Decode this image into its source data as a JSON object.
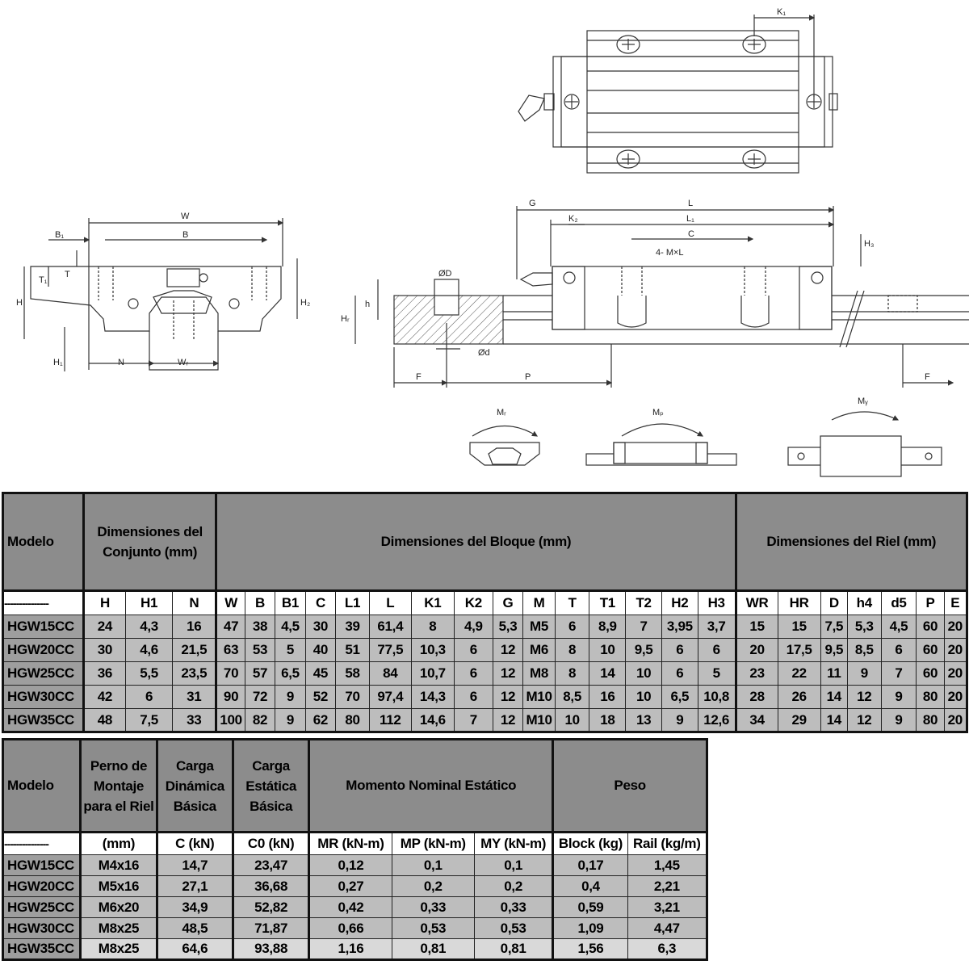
{
  "drawing_labels": {
    "K1": "K₁",
    "W": "W",
    "B": "B",
    "B1": "B₁",
    "T": "T",
    "T1": "T₁",
    "H": "H",
    "H2": "H₂",
    "H1": "H₁",
    "N": "N",
    "WR": "Wᵣ",
    "G": "G",
    "L": "L",
    "L1": "L₁",
    "K2": "K₂",
    "C": "C",
    "MxL": "4- M×L",
    "H3": "H₃",
    "D": "ØD",
    "d": "Ød",
    "h": "h",
    "HR": "Hᵣ",
    "F1": "F",
    "P": "P",
    "F2": "F",
    "MR": "Mᵣ",
    "MP": "Mₚ",
    "MY": "Mᵧ"
  },
  "table1": {
    "h_model": "Modelo",
    "h_conjunto": "Dimensiones del Conjunto (mm)",
    "h_bloque": "Dimensiones del Bloque (mm)",
    "h_riel": "Dimensiones del Riel (mm)",
    "dash": "---------------",
    "cols": [
      "H",
      "H1",
      "N",
      "W",
      "B",
      "B1",
      "C",
      "L1",
      "L",
      "K1",
      "K2",
      "G",
      "M",
      "T",
      "T1",
      "T2",
      "H2",
      "H3",
      "WR",
      "HR",
      "D",
      "h4",
      "d5",
      "P",
      "E"
    ],
    "rows": [
      {
        "model": "HGW15CC",
        "v": [
          "24",
          "4,3",
          "16",
          "47",
          "38",
          "4,5",
          "30",
          "39",
          "61,4",
          "8",
          "4,9",
          "5,3",
          "M5",
          "6",
          "8,9",
          "7",
          "3,95",
          "3,7",
          "15",
          "15",
          "7,5",
          "5,3",
          "4,5",
          "60",
          "20"
        ]
      },
      {
        "model": "HGW20CC",
        "v": [
          "30",
          "4,6",
          "21,5",
          "63",
          "53",
          "5",
          "40",
          "51",
          "77,5",
          "10,3",
          "6",
          "12",
          "M6",
          "8",
          "10",
          "9,5",
          "6",
          "6",
          "20",
          "17,5",
          "9,5",
          "8,5",
          "6",
          "60",
          "20"
        ]
      },
      {
        "model": "HGW25CC",
        "v": [
          "36",
          "5,5",
          "23,5",
          "70",
          "57",
          "6,5",
          "45",
          "58",
          "84",
          "10,7",
          "6",
          "12",
          "M8",
          "8",
          "14",
          "10",
          "6",
          "5",
          "23",
          "22",
          "11",
          "9",
          "7",
          "60",
          "20"
        ]
      },
      {
        "model": "HGW30CC",
        "v": [
          "42",
          "6",
          "31",
          "90",
          "72",
          "9",
          "52",
          "70",
          "97,4",
          "14,3",
          "6",
          "12",
          "M10",
          "8,5",
          "16",
          "10",
          "6,5",
          "10,8",
          "28",
          "26",
          "14",
          "12",
          "9",
          "80",
          "20"
        ]
      },
      {
        "model": "HGW35CC",
        "v": [
          "48",
          "7,5",
          "33",
          "100",
          "82",
          "9",
          "62",
          "80",
          "112",
          "14,6",
          "7",
          "12",
          "M10",
          "10",
          "18",
          "13",
          "9",
          "12,6",
          "34",
          "29",
          "14",
          "12",
          "9",
          "80",
          "20"
        ]
      }
    ]
  },
  "table2": {
    "h_model": "Modelo",
    "h_perno": "Perno de Montaje para el Riel",
    "h_dinamica": "Carga Dinámica Básica",
    "h_estatica": "Carga Estática Básica",
    "h_momento": "Momento Nominal Estático",
    "h_peso": "Peso",
    "dash": "---------------",
    "cols": [
      "(mm)",
      "C (kN)",
      "C0 (kN)",
      "MR (kN-m)",
      "MP (kN-m)",
      "MY (kN-m)",
      "Block (kg)",
      "Rail (kg/m)"
    ],
    "rows": [
      {
        "model": "HGW15CC",
        "v": [
          "M4x16",
          "14,7",
          "23,47",
          "0,12",
          "0,1",
          "0,1",
          "0,17",
          "1,45"
        ]
      },
      {
        "model": "HGW20CC",
        "v": [
          "M5x16",
          "27,1",
          "36,68",
          "0,27",
          "0,2",
          "0,2",
          "0,4",
          "2,21"
        ]
      },
      {
        "model": "HGW25CC",
        "v": [
          "M6x20",
          "34,9",
          "52,82",
          "0,42",
          "0,33",
          "0,33",
          "0,59",
          "3,21"
        ]
      },
      {
        "model": "HGW30CC",
        "v": [
          "M8x25",
          "48,5",
          "71,87",
          "0,66",
          "0,53",
          "0,53",
          "1,09",
          "4,47"
        ]
      },
      {
        "model": "HGW35CC",
        "v": [
          "M8x25",
          "64,6",
          "93,88",
          "1,16",
          "0,81",
          "0,81",
          "1,56",
          "6,3"
        ]
      }
    ]
  }
}
